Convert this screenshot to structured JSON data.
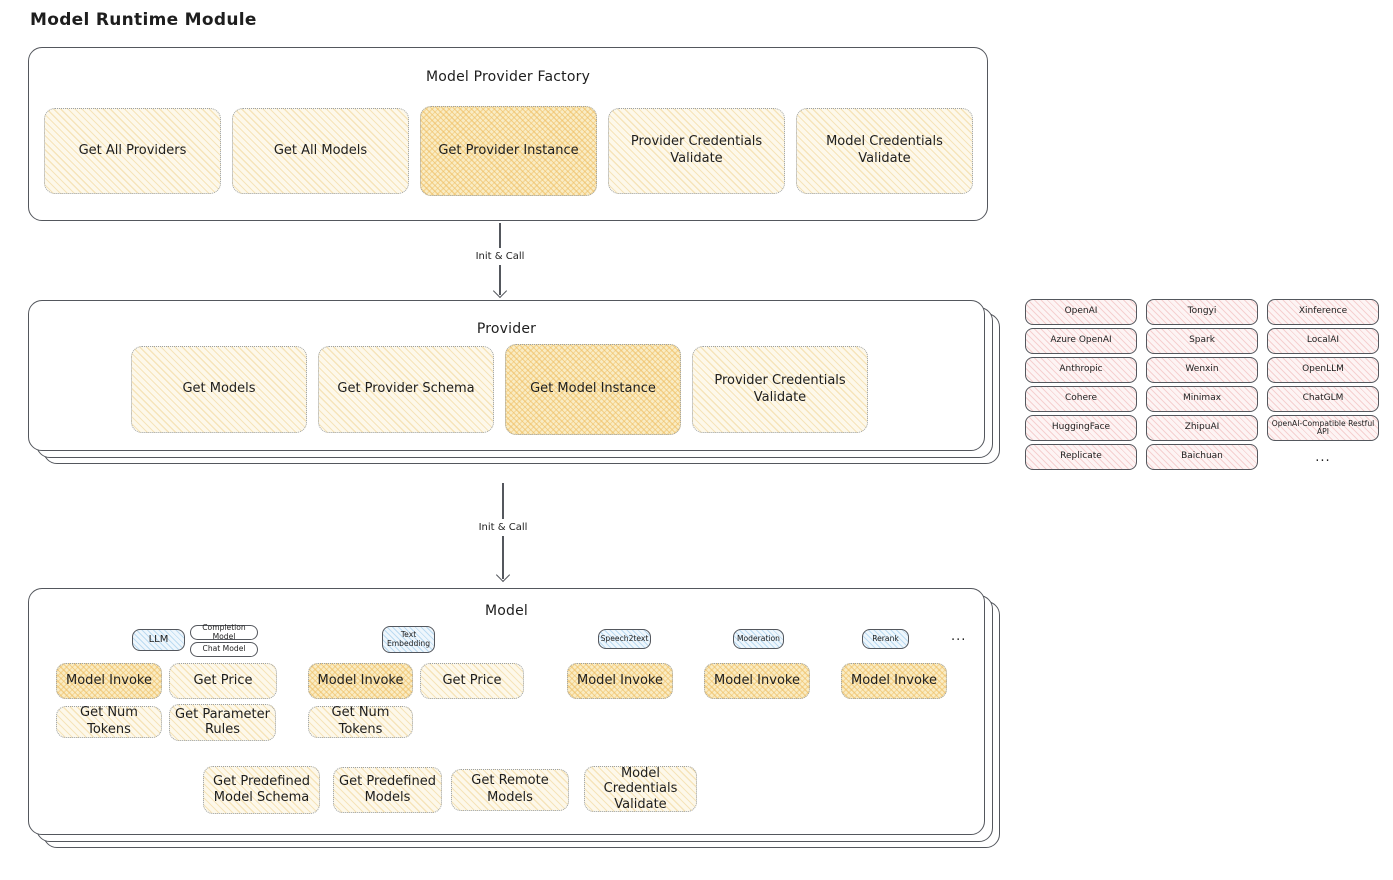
{
  "page": {
    "title": "Model Runtime Module"
  },
  "colors": {
    "ink": "#1e1e1e",
    "container_border": "#54575d",
    "yellow_fill": "#fdf8ea",
    "yellow_hatch": "#f0d391",
    "orange_fill": "#f9ecc4",
    "orange_hatch": "#eebd60",
    "pink_fill": "#fdf4f4",
    "pink_hatch": "#eeadad",
    "blue_fill": "#eef6fc",
    "blue_hatch": "#93c5e8"
  },
  "factory": {
    "title": "Model Provider Factory",
    "buttons": [
      {
        "label": "Get All Providers",
        "highlight": false
      },
      {
        "label": "Get All Models",
        "highlight": false
      },
      {
        "label": "Get Provider Instance",
        "highlight": true
      },
      {
        "label": "Provider Credentials Validate",
        "highlight": false
      },
      {
        "label": "Model Credentials Validate",
        "highlight": false
      }
    ]
  },
  "arrows": {
    "factory_to_provider": "Init & Call",
    "provider_to_model": "Init & Call"
  },
  "provider": {
    "title": "Provider",
    "buttons": [
      {
        "label": "Get Models",
        "highlight": false
      },
      {
        "label": "Get Provider Schema",
        "highlight": false
      },
      {
        "label": "Get Model Instance",
        "highlight": true
      },
      {
        "label": "Provider Credentials Validate",
        "highlight": false
      }
    ]
  },
  "provider_list": {
    "items": [
      "OpenAI",
      "Tongyi",
      "Xinference",
      "Azure OpenAI",
      "Spark",
      "LocalAI",
      "Anthropic",
      "Wenxin",
      "OpenLLM",
      "Cohere",
      "Minimax",
      "ChatGLM",
      "HuggingFace",
      "ZhipuAI",
      "OpenAI-Compatible Restful API",
      "Replicate",
      "Baichuan"
    ],
    "more": "..."
  },
  "model": {
    "title": "Model",
    "groups": [
      {
        "tag": "LLM",
        "extra_tags": [
          "Completion Model",
          "Chat Model"
        ],
        "buttons": [
          "Model Invoke",
          "Get Price",
          "Get Num Tokens",
          "Get Parameter Rules"
        ]
      },
      {
        "tag": "Text Embedding",
        "buttons": [
          "Model Invoke",
          "Get Price",
          "Get Num Tokens"
        ]
      },
      {
        "tag": "Speech2text",
        "buttons": [
          "Model Invoke"
        ]
      },
      {
        "tag": "Moderation",
        "buttons": [
          "Model Invoke"
        ]
      },
      {
        "tag": "Rerank",
        "buttons": [
          "Model Invoke"
        ]
      }
    ],
    "more": "...",
    "bottom_buttons": [
      "Get Predefined Model Schema",
      "Get Predefined Models",
      "Get Remote Models",
      "Model Credentials Validate"
    ]
  }
}
